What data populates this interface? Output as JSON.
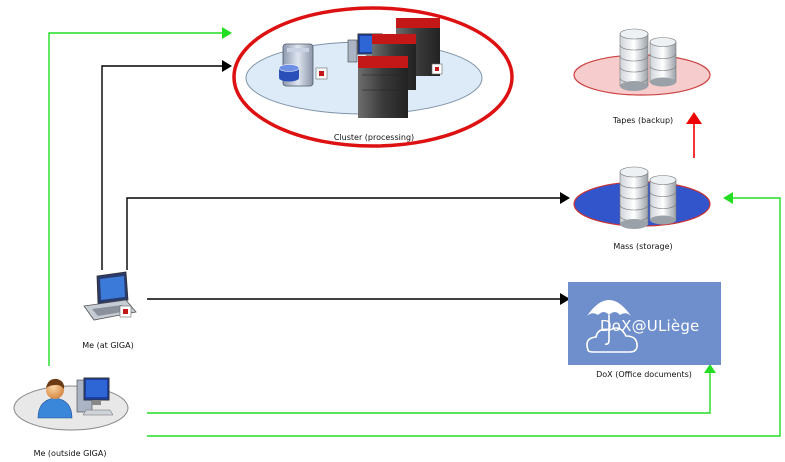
{
  "nodes": {
    "cluster": {
      "label": "Cluster (processing)"
    },
    "tapes": {
      "label": "Tapes (backup)"
    },
    "mass": {
      "label": "Mass (storage)"
    },
    "dox": {
      "label": "DoX (Office documents)",
      "logo_text": "DoX@ULiège"
    },
    "me_giga": {
      "label": "Me (at GIGA)"
    },
    "me_outside": {
      "label": "Me (outside GIGA)"
    }
  },
  "colors": {
    "black_connection": "#000000",
    "green_connection": "#22dd22",
    "red_connection": "#ee0000",
    "cluster_highlight": "#dd1111",
    "dox_background": "#6e8fcc"
  }
}
